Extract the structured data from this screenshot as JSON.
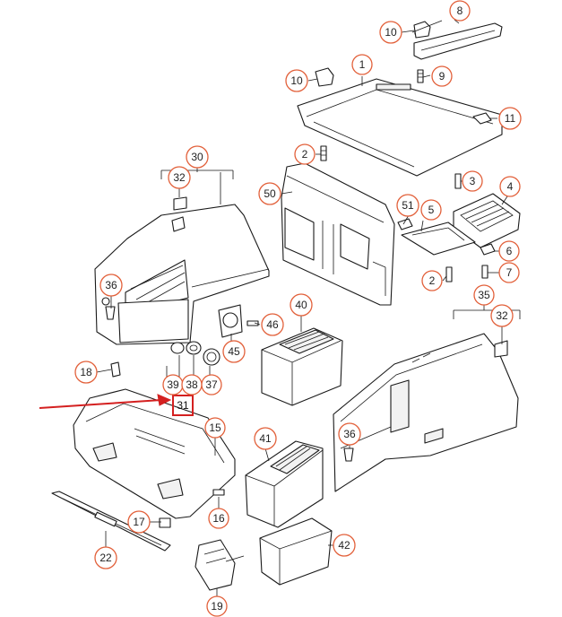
{
  "diagram": {
    "highlight_color": "#d42020",
    "callout_color": "#e2603a",
    "highlighted_label": "31",
    "callouts": {
      "c1": "1",
      "c2a": "2",
      "c2b": "2",
      "c3": "3",
      "c4": "4",
      "c5": "5",
      "c6": "6",
      "c7": "7",
      "c8": "8",
      "c9": "9",
      "c10a": "10",
      "c10b": "10",
      "c11": "11",
      "c15": "15",
      "c16": "16",
      "c17": "17",
      "c18": "18",
      "c19": "19",
      "c22": "22",
      "c30": "30",
      "c32a": "32",
      "c32b": "32",
      "c35": "35",
      "c36a": "36",
      "c36b": "36",
      "c37": "37",
      "c38": "38",
      "c39": "39",
      "c40": "40",
      "c41": "41",
      "c42": "42",
      "c45": "45",
      "c46": "46",
      "c50": "50",
      "c51": "51"
    }
  }
}
